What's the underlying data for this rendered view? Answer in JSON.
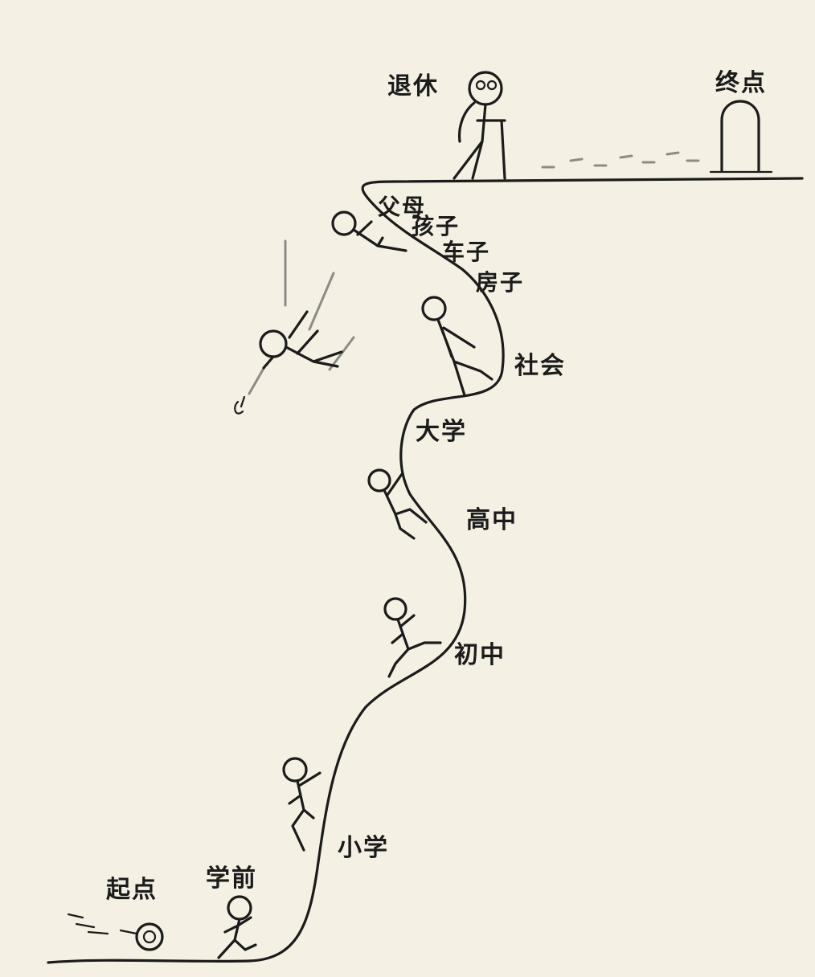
{
  "labels": {
    "start": "起点",
    "preschool": "学前",
    "primary": "小学",
    "junior_high": "初中",
    "senior_high": "高中",
    "university": "大学",
    "society": "社会",
    "house": "房子",
    "car": "车子",
    "children": "孩子",
    "parents": "父母",
    "retire": "退休",
    "finish": "终点"
  },
  "colors": {
    "paper": "#f4f0e3",
    "ink": "#1b1b1b",
    "grey": "#8c8c86"
  }
}
